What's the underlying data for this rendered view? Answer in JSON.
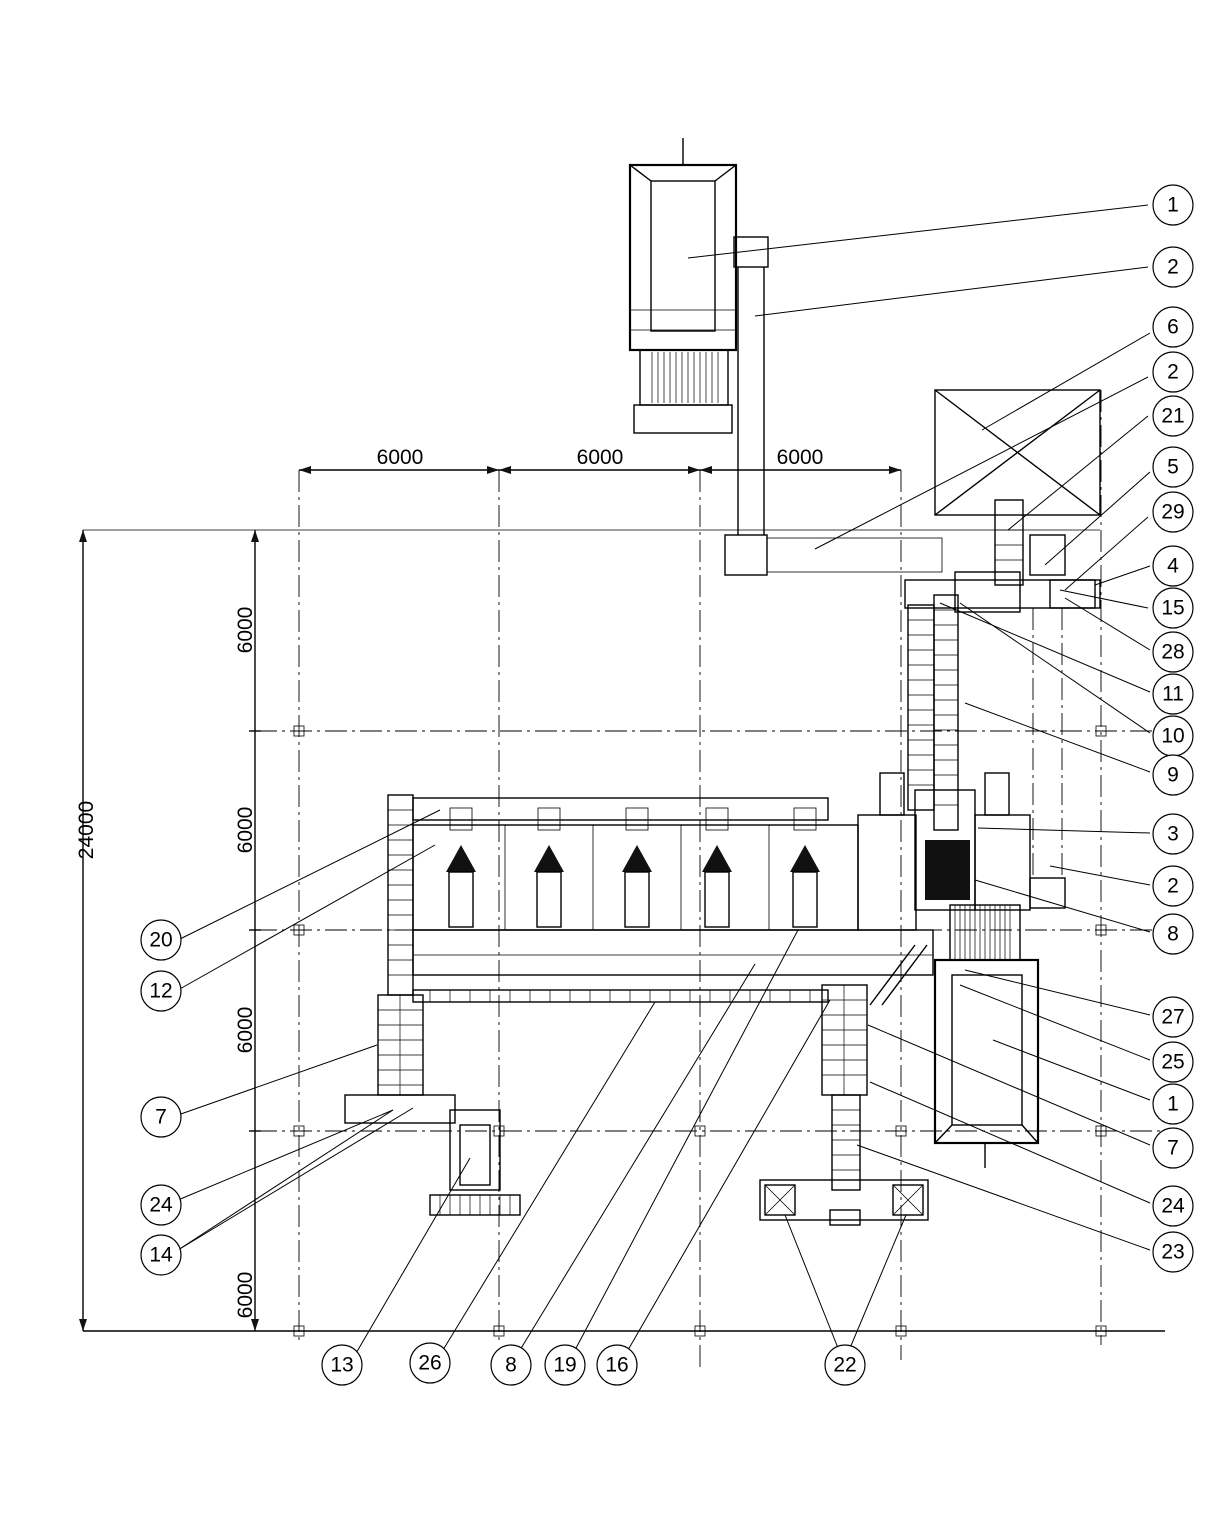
{
  "dimensions": {
    "horizontal": [
      "6000",
      "6000",
      "6000"
    ],
    "vertical": [
      "6000",
      "6000",
      "6000",
      "6000"
    ],
    "total": "24000"
  },
  "callouts": [
    "1",
    "2",
    "6",
    "2",
    "21",
    "5",
    "29",
    "4",
    "15",
    "28",
    "11",
    "10",
    "9",
    "3",
    "2",
    "8",
    "27",
    "25",
    "1",
    "7",
    "24",
    "23",
    "20",
    "12",
    "7",
    "24",
    "14",
    "13",
    "26",
    "8",
    "19",
    "16",
    "22"
  ]
}
